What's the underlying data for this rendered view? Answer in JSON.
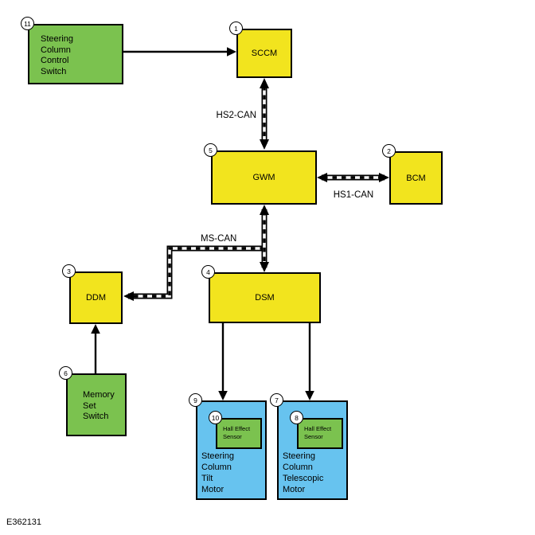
{
  "figure_code": "E362131",
  "colors": {
    "module_yellow": "#F2E41E",
    "switch_green": "#7BC24F",
    "motor_blue": "#67C3EF",
    "connector_black": "#000000",
    "background": "#FFFFFF"
  },
  "nodes": {
    "steering_column_control_switch": {
      "num": "11",
      "label": "Steering\nColumn\nControl\nSwitch"
    },
    "sccm": {
      "num": "1",
      "label": "SCCM"
    },
    "gwm": {
      "num": "5",
      "label": "GWM"
    },
    "bcm": {
      "num": "2",
      "label": "BCM"
    },
    "ddm": {
      "num": "3",
      "label": "DDM"
    },
    "dsm": {
      "num": "4",
      "label": "DSM"
    },
    "memory_set_switch": {
      "num": "6",
      "label": "Memory\nSet\nSwitch"
    },
    "steering_column_tilt_motor": {
      "num": "9",
      "label": "Steering\nColumn\nTilt\nMotor"
    },
    "hall_effect_sensor_tilt": {
      "num": "10",
      "label": "Hall Effect\nSensor"
    },
    "steering_column_telescopic_motor": {
      "num": "7",
      "label": "Steering\nColumn\nTelescopic\nMotor"
    },
    "hall_effect_sensor_telescopic": {
      "num": "8",
      "label": "Hall Effect\nSensor"
    }
  },
  "buses": {
    "hs2_can": "HS2-CAN",
    "hs1_can": "HS1-CAN",
    "ms_can": "MS-CAN"
  }
}
